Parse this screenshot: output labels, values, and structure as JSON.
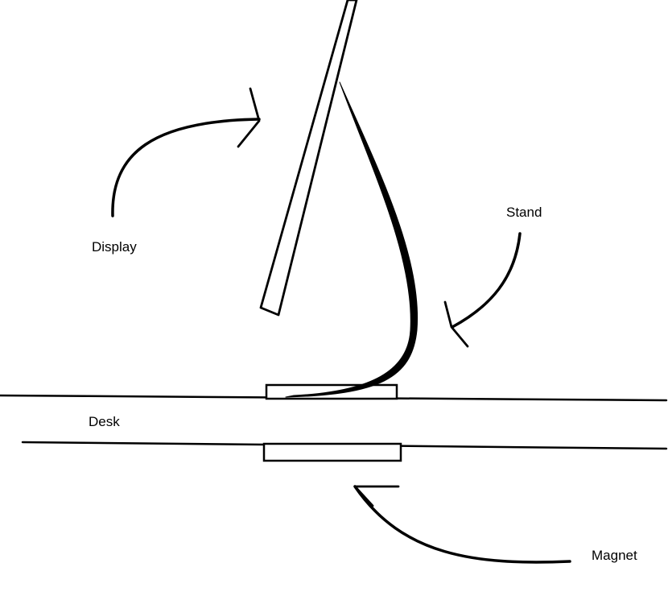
{
  "labels": {
    "display": "Display",
    "stand": "Stand",
    "desk": "Desk",
    "magnet": "Magnet"
  },
  "colors": {
    "ink": "#000000",
    "background": "#ffffff"
  }
}
